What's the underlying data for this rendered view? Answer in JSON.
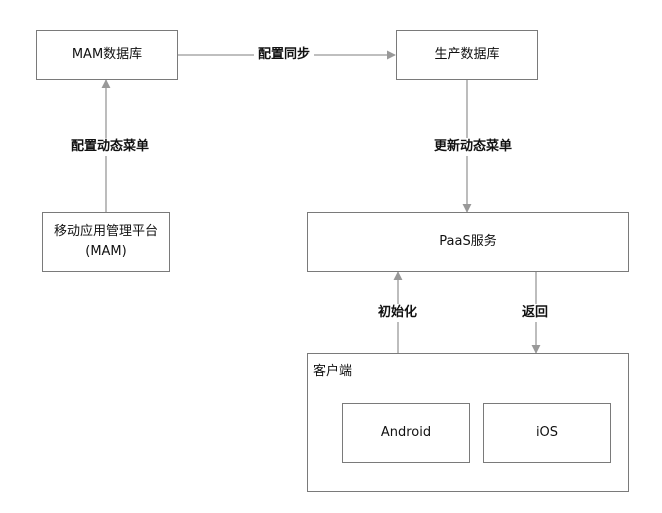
{
  "nodes": {
    "mam_db": "MAM数据库",
    "prod_db": "生产数据库",
    "mam_platform_line1": "移动应用管理平台",
    "mam_platform_line2": "(MAM)",
    "paas": "PaaS服务",
    "client": "客户端",
    "android": "Android",
    "ios": "iOS"
  },
  "edges": {
    "config_sync": "配置同步",
    "config_menu": "配置动态菜单",
    "update_menu": "更新动态菜单",
    "init": "初始化",
    "return": "返回"
  },
  "colors": {
    "line": "#999999",
    "border": "#7a7a7a"
  }
}
